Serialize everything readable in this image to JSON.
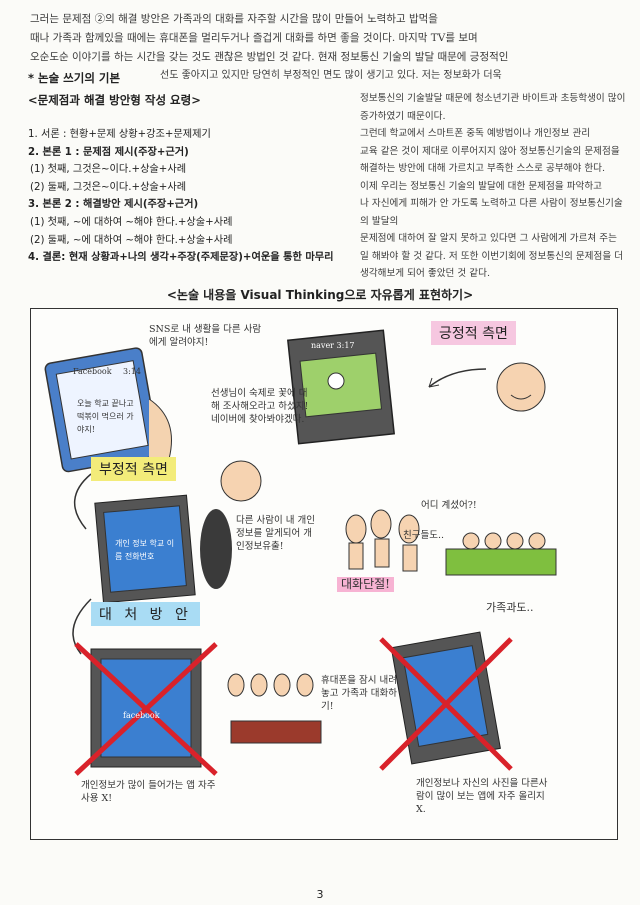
{
  "intro_lines": [
    "그러는 문제점 ②의 해결 방안은 가족과의 대화를 자주할 시간을 많이 만들어 노력하고 밥먹을",
    "때나 가족과 함께있을 때에는 휴대폰을 멀리두거나 즐겁게 대화를 하면 좋을 것이다. 마지막 TV를 보며",
    "오순도순 이야기를 하는 시간을 갖는 것도 괜찮은 방법인 것 같다. 현재 정보통신 기술의 발달 때문에 긍정적인"
  ],
  "basics_title": "* 논술 쓰기의 기본",
  "basics_note": "선도 좋아지고 있지만 당연히 부정적인 면도 많이 생기고 있다. 저는 정보화가 더욱",
  "problem_title": "<문제점과 해결 방안형 작성 요령>",
  "outline": [
    {
      "text": "1. 서론 : 현황+문제 상황+강조+문제제기",
      "bold": false
    },
    {
      "text": "2. 본론 1 : 문제점 제시(주장+근거)",
      "bold": true
    },
    {
      "text": "(1) 첫째, 그것은~이다.+상술+사례",
      "bold": false
    },
    {
      "text": "(2) 둘째, 그것은~이다.+상술+사례",
      "bold": false
    },
    {
      "text": "3. 본론 2 : 해결방안 제시(주장+근거)",
      "bold": true
    },
    {
      "text": "(1) 첫째, ~에 대하여 ~해야 한다.+상술+사례",
      "bold": false
    },
    {
      "text": "(2) 둘째, ~에 대하여 ~해야 한다.+상술+사례",
      "bold": false
    },
    {
      "text": "4. 결론: 현재 상황과+나의 생각+주장(주제문장)+여운을 통한 마무리",
      "bold": true
    }
  ],
  "right_notes": [
    "정보통신의 기술발달 때문에 청소년기관 바이트과 초등학생이 많이 증가하였기 때문이다.",
    "그런데 학교에서 스마트폰 중독 예방법이나 개인정보 관리",
    "교육 같은 것이 제대로 이루어지지 않아 정보통신기술의 문제점을",
    "해결하는 방안에 대해 가르치고 부족한 스스로 공부해야 한다.",
    "이제 우리는 정보통신 기술의 발달에 대한 문제점을 파악하고",
    "나 자신에게 피해가 안 가도록 노력하고 다른 사람이 정보통신기술의 발달의",
    "문제점에 대하여 잘 알지 못하고 있다면 그 사람에게 가르쳐 주는",
    "일 해봐야 할 것 같다. 저 또한 이번기회에 정보통신의 문제점을 더",
    "생각해보게 되어 좋았던 것 같다."
  ],
  "visual_title": "<논술 내용을 Visual Thinking으로 자유롭게 표현하기>",
  "positive_label": "긍정적 측면",
  "negative_label": "부정적 측면",
  "measures_label": "대 처 방 안",
  "notes": {
    "sns_bubble": "SNS로 내 생활을 다른 사람에게 알려야지!",
    "homework": "선생님이 숙제로 꽃에 대해 조사해오라고 하셨지! 네이버에 찾아봐야겠다.",
    "private_info": "다른 사람이 내 개인정보를 알게되어 개인정보유출!",
    "conversation_cut": "대화단절!",
    "family": "가족과도..",
    "sns_friends": "어디 계셨어?!",
    "phone_tag": "친구들도..",
    "put_down": "휴대폰을 잠시 내려놓고 가족과 대화하기!",
    "app_caution": "개인정보가 많이 들어가는 앱 자주사용 X!",
    "photo_caution": "개인정보나 자신의 사진을 다른사람이 많이 보는 앱에 자주 올리지 X."
  },
  "screen_texts": {
    "facebook_small": "Facebook",
    "naver_time": "naver 3:17",
    "sns_post": "오늘 학교 끝나고 떡볶이 먹으러 가야지!",
    "phone_time": "3:14",
    "blue_screen": "개인 정보 학교 이름 전화번호",
    "facebook_banned": "facebook"
  },
  "page_number": "3",
  "colors": {
    "positive_hl": "#f6c7e0",
    "negative_hl": "#f3ec7a",
    "measures_hl": "#a9dcf4",
    "private_hl": "#f7b3d3",
    "conversation_hl": "#f7b3d3",
    "red_x": "#d9222a",
    "blue": "#3b7fd0",
    "green": "#7fbf3f"
  }
}
